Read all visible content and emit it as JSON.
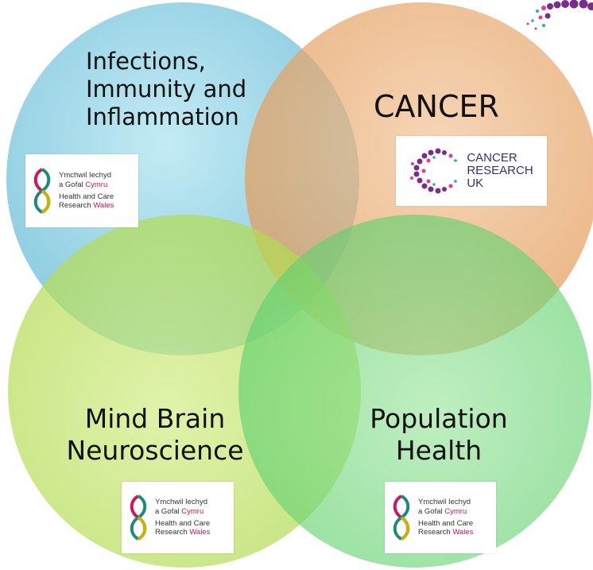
{
  "circles": [
    {
      "id": "infections",
      "color": "#7ec8de",
      "lines": [
        "Infections,",
        "Immunity and",
        "Inflammation"
      ]
    },
    {
      "id": "cancer",
      "color": "#e8a66a",
      "lines": [
        "CANCER"
      ]
    },
    {
      "id": "mind-brain",
      "color": "#bde05f",
      "lines": [
        "Mind Brain",
        "Neuroscience"
      ]
    },
    {
      "id": "population",
      "color": "#6fd67a",
      "lines": [
        "Population",
        "Health"
      ]
    }
  ],
  "hcrw_logo": {
    "line1": "Ymchwil Iechyd",
    "line2_prefix": "a Gofal ",
    "line2_accent": "Cymru",
    "line3": "Health and Care",
    "line4_prefix": "Research ",
    "line4_accent": "Wales",
    "accent_color": "#d4145a"
  },
  "cruk_logo": {
    "line1": "CANCER",
    "line2": "RESEARCH",
    "line3": "UK",
    "text_color": "#2e2f8a"
  }
}
